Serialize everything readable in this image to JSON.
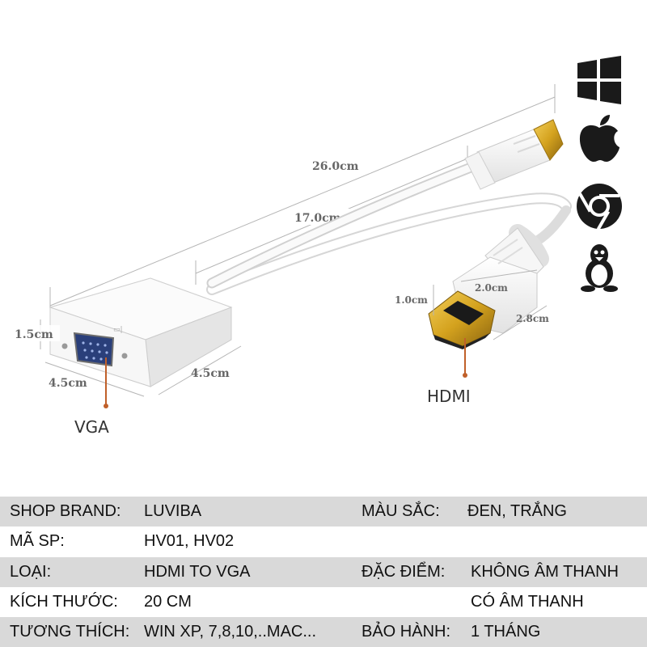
{
  "dimensions": {
    "total_length": "26.0cm",
    "cable_length": "17.0cm",
    "vga_height": "1.5cm",
    "vga_width": "4.5cm",
    "vga_depth": "4.5cm",
    "hdmi_height": "1.0cm",
    "hdmi_width": "2.0cm",
    "hdmi_depth": "2.8cm"
  },
  "callouts": {
    "vga": "VGA",
    "hdmi": "HDMI"
  },
  "os_icons": [
    "windows-icon",
    "apple-icon",
    "chrome-icon",
    "linux-icon"
  ],
  "specs": {
    "rows": [
      {
        "label": "SHOP BRAND:",
        "value": "LUVIBA",
        "label2": "MÀU SẮC:",
        "value2": "ĐEN, TRẮNG"
      },
      {
        "label": "MÃ SP:",
        "value": "HV01, HV02",
        "label2": "",
        "value2": ""
      },
      {
        "label": "LOẠI:",
        "value": "HDMI TO VGA",
        "label2": "ĐẶC ĐIỂM:",
        "value2": "KHÔNG ÂM THANH"
      },
      {
        "label": "KÍCH THƯỚC:",
        "value": "20 CM",
        "label2": "",
        "value2": "CÓ ÂM THANH"
      },
      {
        "label": "TƯƠNG THÍCH:",
        "value": "WIN XP, 7,8,10,..MAC...",
        "label2": "BẢO HÀNH:",
        "value2": "1 THÁNG"
      }
    ]
  },
  "colors": {
    "row_shade": "#d9d9d9",
    "callout_line": "#c0602a",
    "gold": "#d4a21e",
    "vga_blue": "#2a3f7a"
  }
}
